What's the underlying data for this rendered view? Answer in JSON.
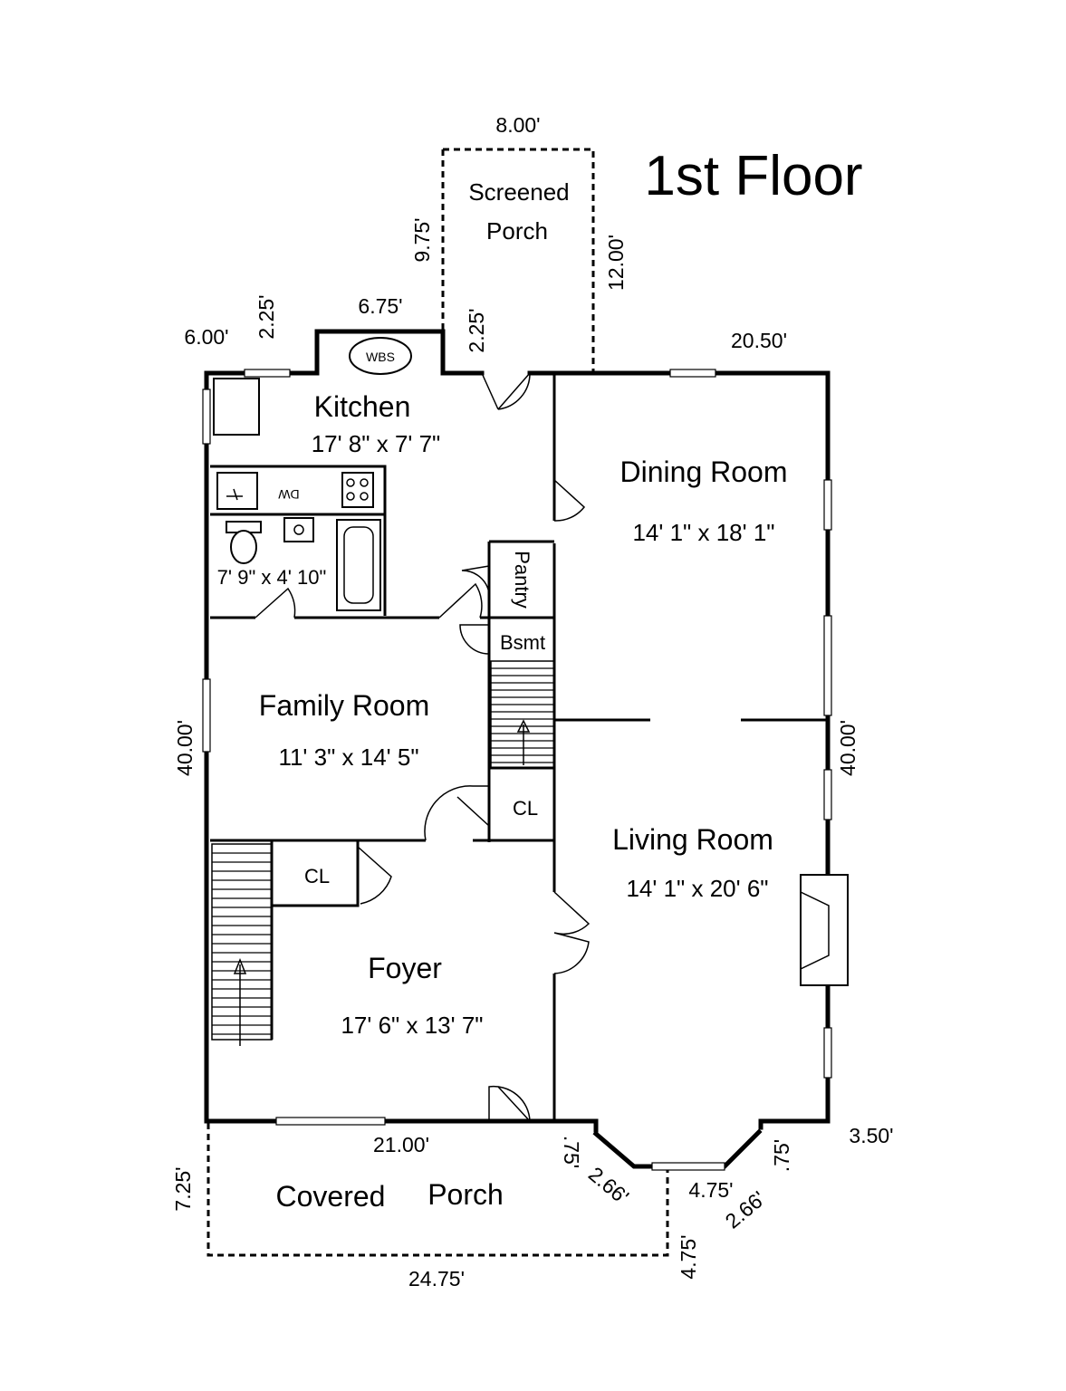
{
  "title": "1st Floor",
  "rooms": {
    "kitchen": {
      "name": "Kitchen",
      "size": "17' 8\" x 7' 7\""
    },
    "dining": {
      "name": "Dining Room",
      "size": "14' 1\" x 18' 1\""
    },
    "family": {
      "name": "Family Room",
      "size": "11' 3\" x 14' 5\""
    },
    "living": {
      "name": "Living Room",
      "size": "14' 1\" x 20' 6\""
    },
    "foyer": {
      "name": "Foyer",
      "size": "17' 6\" x 13' 7\""
    },
    "bath": {
      "size": "7' 9\" x 4' 10\""
    },
    "screened_porch": {
      "line1": "Screened",
      "line2": "Porch"
    },
    "covered_porch": {
      "word1": "Covered",
      "word2": "Porch"
    },
    "pantry": "Pantry",
    "bsmt": "Bsmt",
    "closet_a": "CL",
    "closet_b": "CL"
  },
  "fixtures": {
    "wbs": "WBS",
    "dw": "DW"
  },
  "dimensions": {
    "screened_width": "8.00'",
    "screened_left": "9.75'",
    "screened_right": "12.00'",
    "kitchen_bump_width": "6.75'",
    "kitchen_bump_depth_left": "2.25'",
    "kitchen_bump_depth_right": "2.25'",
    "left_top": "6.00'",
    "right_top": "20.50'",
    "left_side": "40.00'",
    "right_side": "40.00'",
    "front_left": "21.00'",
    "front_right": "3.50'",
    "bay_left_side": ".75'",
    "bay_left_diag": "2.66'",
    "bay_center": "4.75'",
    "bay_right_diag": "2.66'",
    "bay_right_side": ".75'",
    "porch_depth": "7.25'",
    "porch_width": "24.75'",
    "porch_right": "4.75'"
  }
}
